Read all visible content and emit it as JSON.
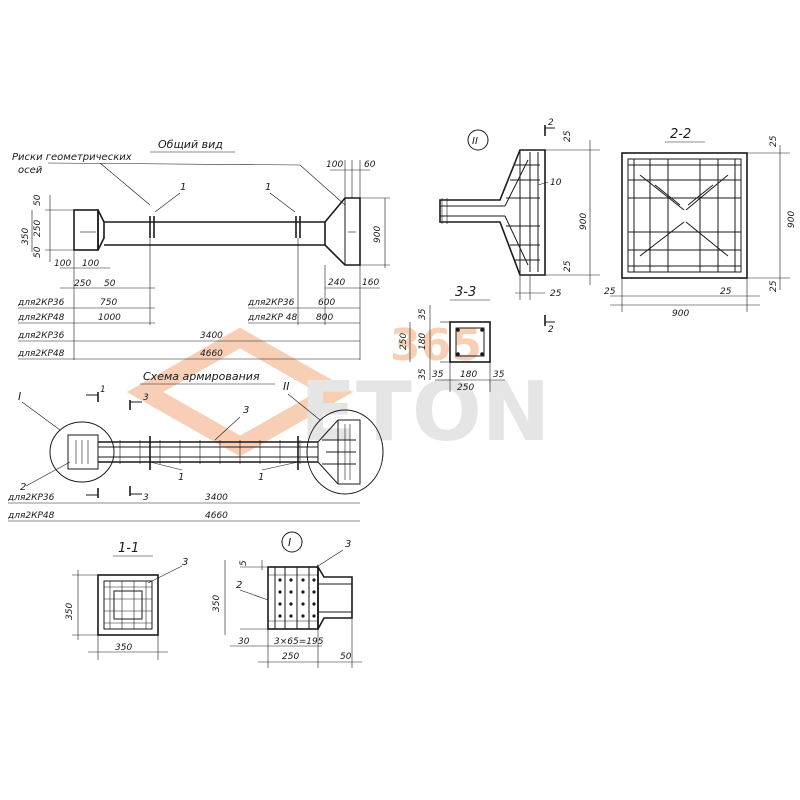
{
  "labels": {
    "general_view": "Общий вид",
    "risks": "Риски геометрических",
    "axes": "осей",
    "reinforcement_scheme": "Схема армирования",
    "for_36_a": "для2КР36",
    "for_48_a": "для2КР48",
    "for_36_b": "для2КР36",
    "for_48_b": "для2КР 48",
    "for_36_c": "для2КР36",
    "for_48_c": "для2КР48",
    "for_36_d": "для2КР36",
    "for_48_d": "для2КР48",
    "section_1": "1-1",
    "section_2": "2-2",
    "section_3": "3-3",
    "node_I": "I",
    "node_II": "II",
    "mark_1": "1",
    "mark_2": "2",
    "mark_3": "3",
    "mark_10": "10"
  },
  "dims": {
    "d350": "350",
    "d50a": "50",
    "d250": "250",
    "d50b": "50",
    "d100a": "100",
    "d100b": "100",
    "d250b": "250",
    "d50c": "50",
    "d750": "750",
    "d600": "600",
    "d1000": "1000",
    "d800": "800",
    "d3400a": "3400",
    "d4660a": "4660",
    "d100c": "100",
    "d60": "60",
    "d900a": "900",
    "d240": "240",
    "d160": "160",
    "d3400b": "3400",
    "d4660b": "4660",
    "d25a": "25",
    "d900b": "900",
    "d25b": "25",
    "d25c": "25",
    "d900c": "900",
    "d25d": "25",
    "d25e": "25",
    "d25f": "25",
    "d25g": "25",
    "d900d": "900",
    "d35a": "35",
    "d180a": "180",
    "d35b": "35",
    "d250c": "250",
    "d35c": "35",
    "d180b": "180",
    "d35d": "35",
    "d250d": "250",
    "d350b": "350",
    "d350c": "350",
    "d5": "5",
    "d350d": "350",
    "d30": "30",
    "d3x65": "3×65=195",
    "d250e": "250",
    "d50d": "50"
  },
  "watermark": {
    "line1": "365",
    "line2": "ETON"
  },
  "colors": {
    "ink": "#1a1a1a",
    "watermark": "#f2a87a",
    "watermark_gray": "#d9d9d9"
  }
}
